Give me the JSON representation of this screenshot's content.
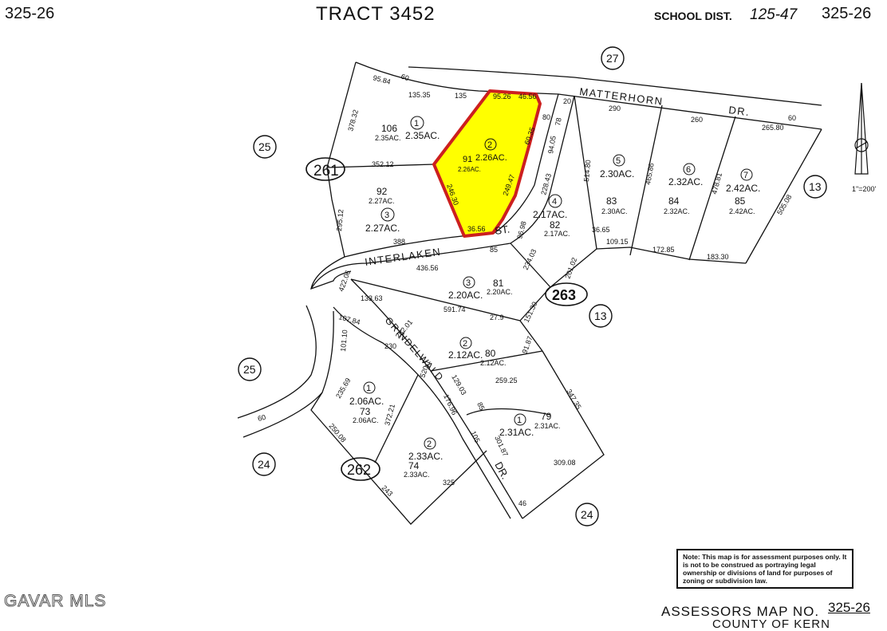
{
  "header": {
    "page_left": "325-26",
    "title": "TRACT 3452",
    "school_dist_label": "SCHOOL DIST.",
    "school_dist_value": "125-47",
    "page_right": "325-26"
  },
  "footer": {
    "map_no_label": "ASSESSORS MAP NO.",
    "map_no_value": "325-26",
    "county": "COUNTY OF KERN",
    "watermark": "GAVAR MLS"
  },
  "note": "Note: This map is for assessment purposes only. It is not to be construed as portraying legal ownership or divisions of land for purposes of zoning or subdivision law.",
  "scale": "1\"=200'",
  "colors": {
    "highlight_fill": "#ffff00",
    "highlight_stroke": "#cc1f1f",
    "line": "#111111"
  },
  "streets": {
    "matterhorn": "MATTERHORN",
    "matterhorn_suffix": "DR.",
    "interlaken": "INTERLAKEN",
    "interlaken_suffix": "ST.",
    "grindelwald": "GRINDELWALD",
    "grindelwald_suffix": "DR."
  },
  "blocks": {
    "b261": "261",
    "b262": "262",
    "b263": "263"
  },
  "adjacent": {
    "n27": "27",
    "n25a": "25",
    "n25b": "25",
    "n24a": "24",
    "n24b": "24",
    "n13a": "13",
    "n13b": "13"
  },
  "parcels": {
    "b261_1": {
      "num": "1",
      "acres": "2.35AC.",
      "apn": "106",
      "sub": "2.35AC."
    },
    "b261_2": {
      "num": "2",
      "acres": "2.26AC.",
      "apn": "91",
      "sub": "2.26AC."
    },
    "b261_3": {
      "num": "3",
      "acres": "2.27AC.",
      "apn": "92",
      "sub": "2.27AC."
    },
    "b263_4": {
      "num": "4",
      "acres": "2.17AC.",
      "apn": "82",
      "sub": "2.17AC."
    },
    "b263_5": {
      "num": "5",
      "acres": "2.30AC.",
      "apn": "83",
      "sub": "2.30AC."
    },
    "b263_6": {
      "num": "6",
      "acres": "2.32AC.",
      "apn": "84",
      "sub": "2.32AC."
    },
    "b263_7": {
      "num": "7",
      "acres": "2.42AC.",
      "apn": "85",
      "sub": "2.42AC."
    },
    "b263_3": {
      "num": "3",
      "acres": "2.20AC.",
      "apn": "81",
      "sub": "2.20AC."
    },
    "b263_2": {
      "num": "2",
      "acres": "2.12AC.",
      "apn": "80",
      "sub": "2.12AC."
    },
    "b263_1": {
      "num": "1",
      "acres": "2.31AC.",
      "apn": "79",
      "sub": "2.31AC."
    },
    "b262_1": {
      "num": "1",
      "acres": "2.06AC.",
      "apn": "73",
      "sub": "2.06AC."
    },
    "b262_2": {
      "num": "2",
      "acres": "2.33AC.",
      "apn": "74",
      "sub": "2.33AC."
    }
  },
  "dims": {
    "d1": "95.84",
    "d2": "60",
    "d3": "135.35",
    "d4": "135",
    "d5": "95.26",
    "d6": "46.56",
    "d7": "378.32",
    "d8": "352.12",
    "d9": "295.12",
    "d10": "388",
    "d11": "436.56",
    "d12": "85",
    "d13": "20",
    "d14": "290",
    "d15": "260",
    "d16": "265.80",
    "d17": "60",
    "d18": "80",
    "d19": "78",
    "d20": "94.05",
    "d21": "228.43",
    "d22": "96.98",
    "d23": "514.80",
    "d24": "465.86",
    "d25": "478.81",
    "d26": "505.08",
    "d27": "36.65",
    "d28": "109.15",
    "d29": "172.85",
    "d30": "183.30",
    "d31": "234.03",
    "d32": "201.02",
    "d33": "591.74",
    "d34": "27.9",
    "d35": "151.30",
    "d36": "91.87",
    "d37": "133.63",
    "d38": "422.06",
    "d39": "107.84",
    "d40": "101.10",
    "d41": "282.01",
    "d42": "230",
    "d43": "259.25",
    "d44": "129.03",
    "d45": "347.35",
    "d46": "176.96",
    "d47": "520.1",
    "d48": "372.21",
    "d49": "235.69",
    "d50": "250.08",
    "d51": "243",
    "d52": "325",
    "d53": "105",
    "d54": "301.87",
    "d55": "309.08",
    "d56": "85",
    "d57": "46",
    "d58": "36.56",
    "d59": "60",
    "d60": "60.35",
    "d61": "249.47",
    "d62": "246.30"
  }
}
